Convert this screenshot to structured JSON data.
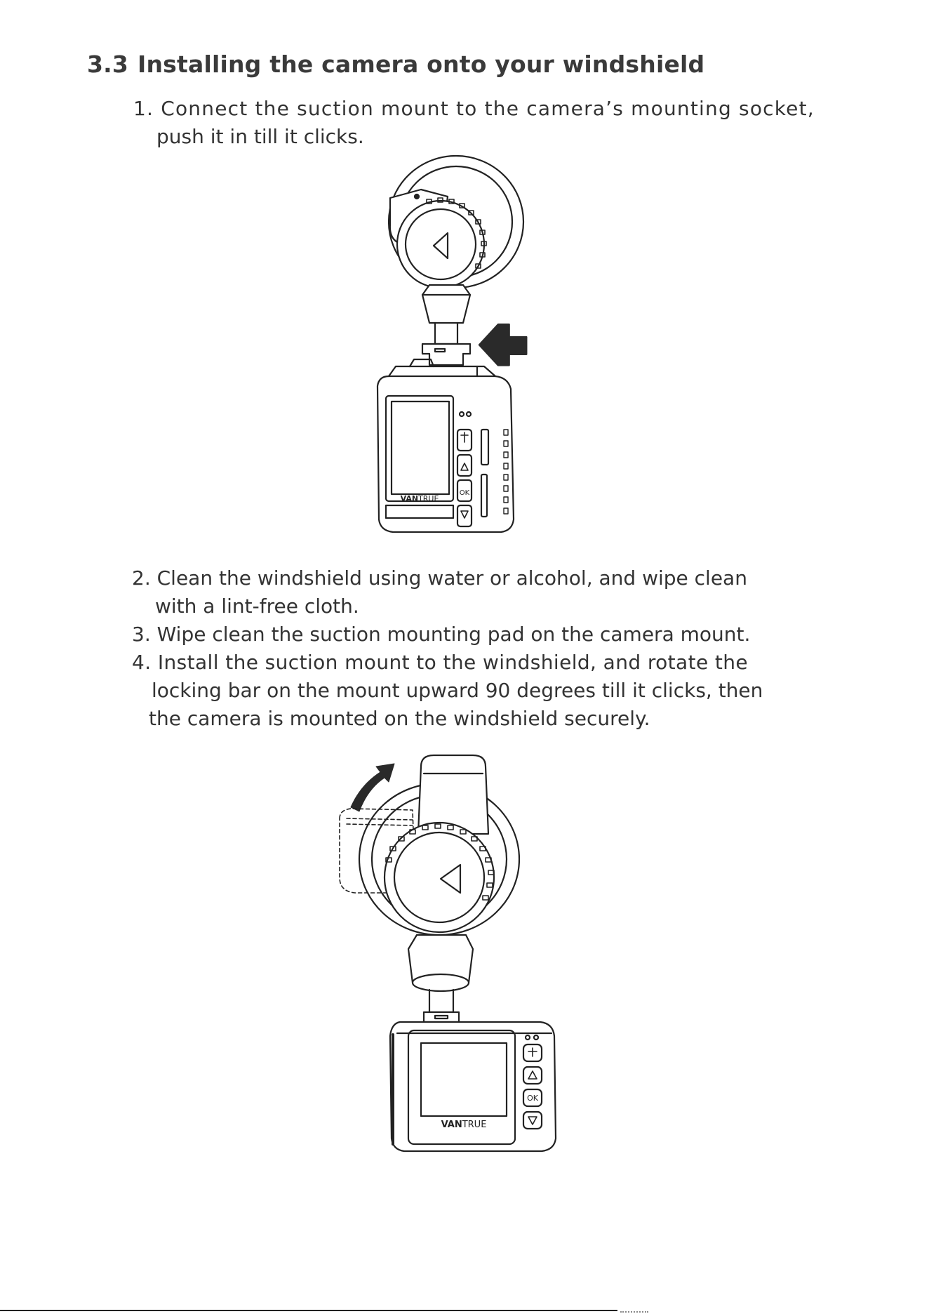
{
  "section": {
    "number": "3.3",
    "title": "Installing the camera onto your windshield"
  },
  "steps": [
    {
      "lines": [
        "1. Connect the suction mount to the camera’s mounting socket,",
        "push it in till it clicks."
      ]
    },
    {
      "lines": [
        "2. Clean the windshield using water or alcohol, and wipe clean",
        "with a lint-free cloth."
      ]
    },
    {
      "lines": [
        "3. Wipe clean the suction mounting pad on the camera mount."
      ]
    },
    {
      "lines": [
        "4. Install the suction mount to the windshield, and rotate the",
        "locking bar on the mount upward 90 degrees till it clicks, then",
        "the camera is mounted on the windshield securely."
      ]
    }
  ],
  "figures": {
    "brand_bold": "VAN",
    "brand_light": "TRUE",
    "ok_label": "OK"
  },
  "colors": {
    "ink": "#222222",
    "text": "#333333",
    "arrow": "#2a2a2a"
  }
}
